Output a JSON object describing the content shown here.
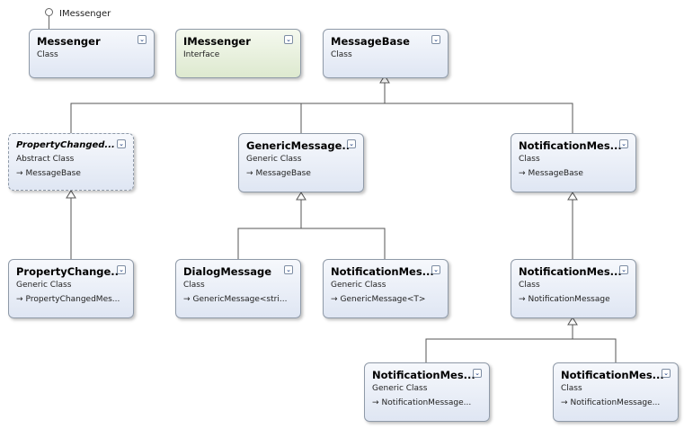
{
  "interface_lollipop": {
    "label": "IMessenger"
  },
  "expand_glyph": "⌄",
  "arrow_glyph": "→",
  "nodes": {
    "messenger": {
      "title": "Messenger",
      "kind": "Class"
    },
    "imessenger": {
      "title": "IMessenger",
      "kind": "Interface"
    },
    "messagebase": {
      "title": "MessageBase",
      "kind": "Class"
    },
    "propertychanged_base": {
      "title": "PropertyChanged...",
      "kind": "Abstract Class",
      "base": "MessageBase"
    },
    "genericmessage": {
      "title": "GenericMessage...",
      "kind": "Generic Class",
      "base": "MessageBase"
    },
    "notificationmessage_top": {
      "title": "NotificationMes...",
      "kind": "Class",
      "base": "MessageBase"
    },
    "propertychange_generic": {
      "title": "PropertyChange...",
      "kind": "Generic Class",
      "base": "PropertyChangedMes..."
    },
    "dialogmessage": {
      "title": "DialogMessage",
      "kind": "Class",
      "base": "GenericMessage<stri..."
    },
    "notificationmessage_generic": {
      "title": "NotificationMes...",
      "kind": "Generic Class",
      "base": "GenericMessage<T>"
    },
    "notificationmessage_mid": {
      "title": "NotificationMes...",
      "kind": "Class",
      "base": "NotificationMessage"
    },
    "notificationmessage_bl": {
      "title": "NotificationMes...",
      "kind": "Generic Class",
      "base": "NotificationMessage..."
    },
    "notificationmessage_br": {
      "title": "NotificationMes...",
      "kind": "Class",
      "base": "NotificationMessage..."
    }
  }
}
